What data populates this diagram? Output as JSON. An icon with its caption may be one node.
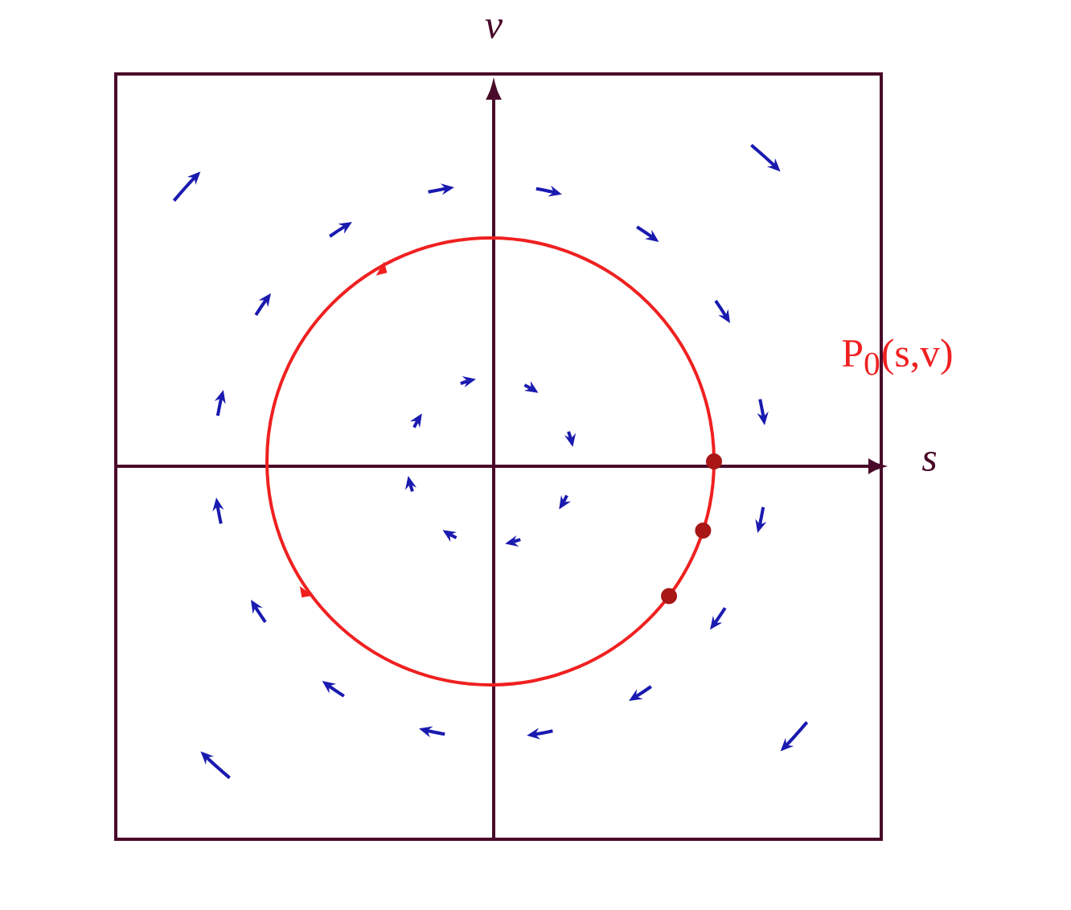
{
  "diagram": {
    "labels": [
      "v",
      "s",
      "P$_{0}$(s,v)"
    ]
  }
}
